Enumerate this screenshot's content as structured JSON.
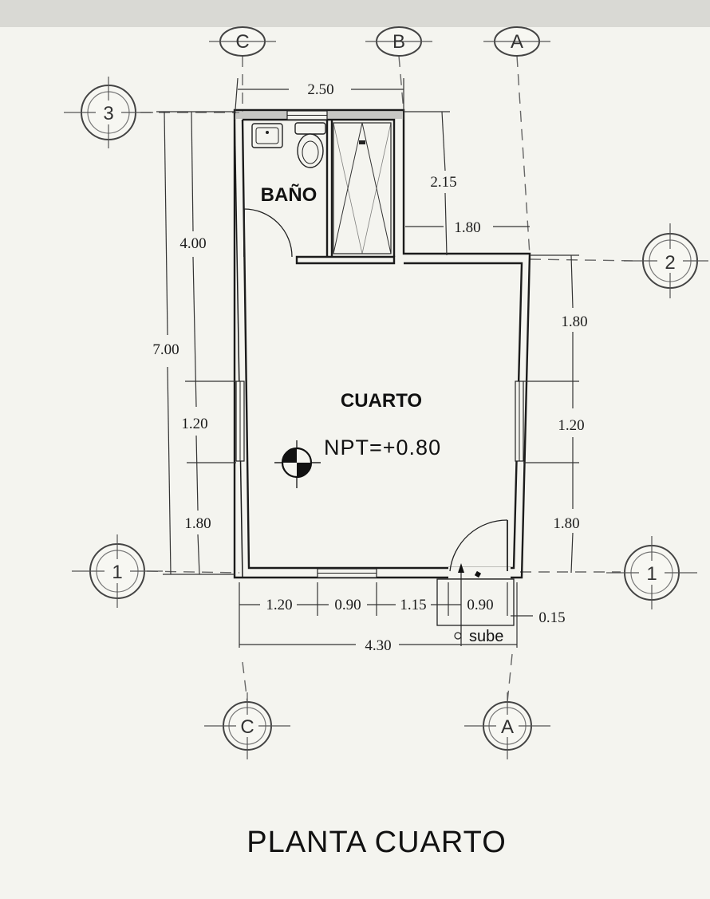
{
  "title": "PLANTA CUARTO",
  "rooms": {
    "bath": "BAÑO",
    "room": "CUARTO"
  },
  "level": "NPT=+0.80",
  "stairs_label": "sube",
  "axes": {
    "top": [
      "C",
      "B",
      "A"
    ],
    "bottom": [
      "C",
      "A"
    ],
    "left": [
      "3",
      "1"
    ],
    "right": [
      "2",
      "1"
    ]
  },
  "dimensions": {
    "top_width": "2.50",
    "bath_depth_right": "2.15",
    "step_right": "1.80",
    "left_outer_total": "7.00",
    "left_inner_top": "4.00",
    "left_window": "1.20",
    "left_bottom": "1.80",
    "right_upper": "1.80",
    "right_window": "1.20",
    "right_bottom": "1.80",
    "bottom_seg_1": "1.20",
    "bottom_seg_2": "0.90",
    "bottom_seg_3": "1.15",
    "bottom_seg_4": "0.90",
    "bottom_seg_5": "0.15",
    "bottom_total": "4.30"
  }
}
